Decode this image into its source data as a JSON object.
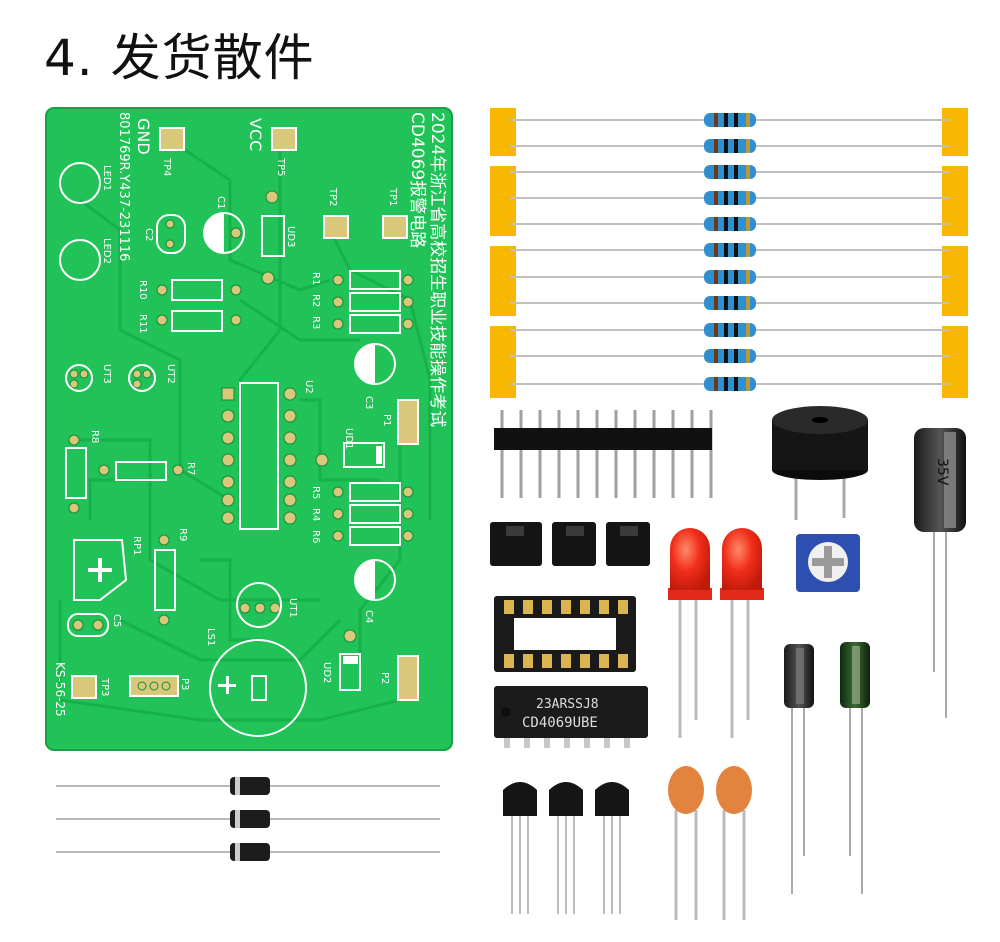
{
  "title": "4. 发货散件",
  "pcb": {
    "board_title": "2024年浙江省高校招生职业技能操作考试",
    "circuit_name": "CD4069报警电路",
    "version_code": "801769R.Y437-231116",
    "model_code": "KS-56-25",
    "labels": {
      "gnd": "GND",
      "vcc": "VCC",
      "tp1": "TP1",
      "tp2": "TP2",
      "tp3": "TP3",
      "tp4": "TP4",
      "tp5": "TP5",
      "led1": "LED1",
      "led2": "LED2",
      "c1": "C1",
      "c2": "C2",
      "c3": "C3",
      "c4": "C4",
      "c5": "C5",
      "r1": "R1",
      "r2": "R2",
      "r3": "R3",
      "r4": "R4",
      "r5": "R5",
      "r6": "R6",
      "r7": "R7",
      "r8": "R8",
      "r9": "R9",
      "r10": "R10",
      "r11": "R11",
      "ut1": "UT1",
      "ut2": "UT2",
      "ut3": "UT3",
      "u2": "U2",
      "ud1": "UD1",
      "ud2": "UD2",
      "ud3": "UD3",
      "p1": "P1",
      "p2": "P2",
      "p3": "P3",
      "rp1": "RP1",
      "ls1": "LS1"
    }
  },
  "chip": {
    "line1": "23ARSSJ8",
    "line2": "CD4069UBE"
  },
  "capacitor_big": {
    "voltage": "35V"
  },
  "colors": {
    "pcb_green": "#21c257",
    "tape": "#f8b700",
    "led_red": "#f02e1a",
    "ceramic": "#e2833f"
  }
}
